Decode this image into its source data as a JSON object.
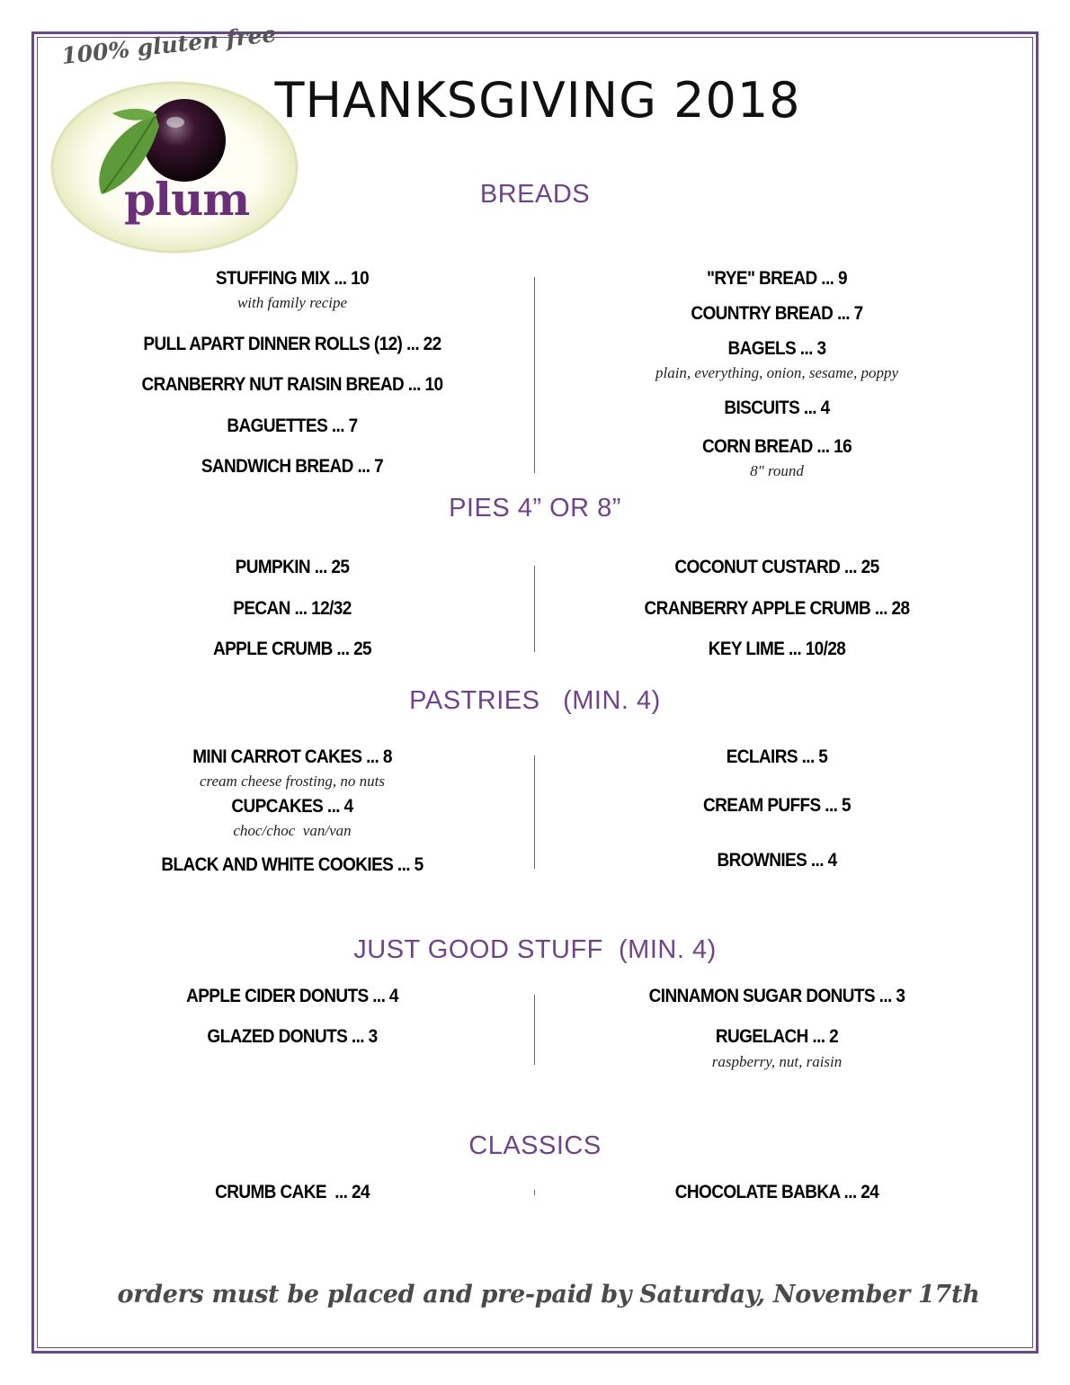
{
  "header": {
    "tagline": "100% gluten free",
    "logo_word": "plum",
    "title": "THANKSGIVING 2018"
  },
  "sections": {
    "breads": {
      "heading": "BREADS",
      "left": [
        {
          "label": "STUFFING MIX ... 10",
          "note": "with family recipe"
        },
        {
          "label": "PULL APART DINNER ROLLS (12) ... 22"
        },
        {
          "label": "CRANBERRY NUT RAISIN BREAD ... 10"
        },
        {
          "label": "BAGUETTES ... 7"
        },
        {
          "label": "SANDWICH BREAD ... 7"
        }
      ],
      "right": [
        {
          "label": "\"RYE\" BREAD ... 9"
        },
        {
          "label": "COUNTRY BREAD ... 7"
        },
        {
          "label": "BAGELS ... 3",
          "note": "plain, everything, onion, sesame, poppy"
        },
        {
          "label": "BISCUITS ... 4"
        },
        {
          "label": "CORN BREAD ... 16",
          "note": "8\" round"
        }
      ]
    },
    "pies": {
      "heading": "PIES 4” OR 8”",
      "left": [
        {
          "label": "PUMPKIN ... 25"
        },
        {
          "label": "PECAN ... 12/32"
        },
        {
          "label": "APPLE CRUMB ... 25"
        }
      ],
      "right": [
        {
          "label": "COCONUT CUSTARD ... 25"
        },
        {
          "label": "CRANBERRY APPLE CRUMB ... 28"
        },
        {
          "label": "KEY LIME ... 10/28"
        }
      ]
    },
    "pastries": {
      "heading": "PASTRIES   (MIN. 4)",
      "left": [
        {
          "label": "MINI CARROT CAKES ... 8",
          "note": "cream cheese frosting, no nuts"
        },
        {
          "label": "CUPCAKES ... 4",
          "note": "choc/choc  van/van"
        },
        {
          "label": "BLACK AND WHITE COOKIES ... 5"
        }
      ],
      "right": [
        {
          "label": "ECLAIRS ... 5"
        },
        {
          "label": "CREAM PUFFS ... 5"
        },
        {
          "label": "BROWNIES ... 4"
        }
      ]
    },
    "good_stuff": {
      "heading": "JUST GOOD STUFF  (MIN. 4)",
      "left": [
        {
          "label": "APPLE CIDER DONUTS ... 4"
        },
        {
          "label": "GLAZED DONUTS ... 3"
        }
      ],
      "right": [
        {
          "label": "CINNAMON SUGAR DONUTS ... 3"
        },
        {
          "label": "RUGELACH ... 2",
          "note": "raspberry, nut, raisin"
        }
      ]
    },
    "classics": {
      "heading": "CLASSICS",
      "left": [
        {
          "label": "CRUMB CAKE  ... 24"
        }
      ],
      "right": [
        {
          "label": "CHOCOLATE BABKA ... 24"
        }
      ]
    }
  },
  "footer": {
    "text": "orders must be placed and pre-paid by Saturday, November 17th"
  },
  "colors": {
    "accent": "#6f4488",
    "border": "#6a4a85",
    "logo_text": "#6b2e78"
  }
}
